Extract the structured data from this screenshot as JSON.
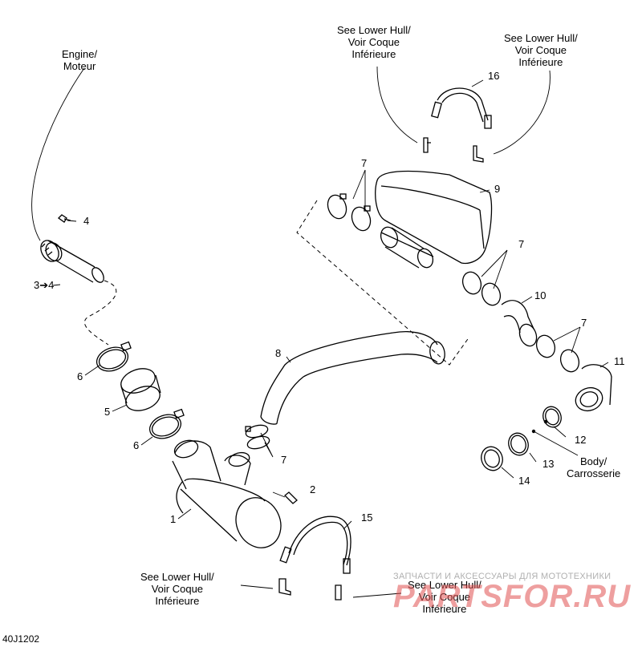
{
  "diagram": {
    "code": "40J1202",
    "callouts": {
      "engine": "Engine/\nMoteur",
      "hull_top_left": "See Lower Hull/\nVoir Coque\nInférieure",
      "hull_top_right": "See Lower Hull/\nVoir Coque\nInférieure",
      "hull_bottom_left": "See Lower Hull/\nVoir Coque\nInférieure",
      "hull_bottom_right": "See Lower Hull/\nVoir Coque\nInférieure",
      "body": "Body/\nCarrosserie"
    },
    "part_numbers": {
      "p1": "1",
      "p2": "2",
      "p3": "3➔4",
      "p4": "4",
      "p5": "5",
      "p6a": "6",
      "p6b": "6",
      "p7a": "7",
      "p7b": "7",
      "p7c": "7",
      "p7d": "7",
      "p8": "8",
      "p9": "9",
      "p10": "10",
      "p11": "11",
      "p12": "12",
      "p13": "13",
      "p14": "14",
      "p15": "15",
      "p16": "16"
    }
  },
  "watermark": {
    "line1": "ЗАПЧАСТИ И АКСЕССУАРЫ ДЛЯ МОТОТЕХНИКИ",
    "line2": "PARTSFOR.RU"
  }
}
